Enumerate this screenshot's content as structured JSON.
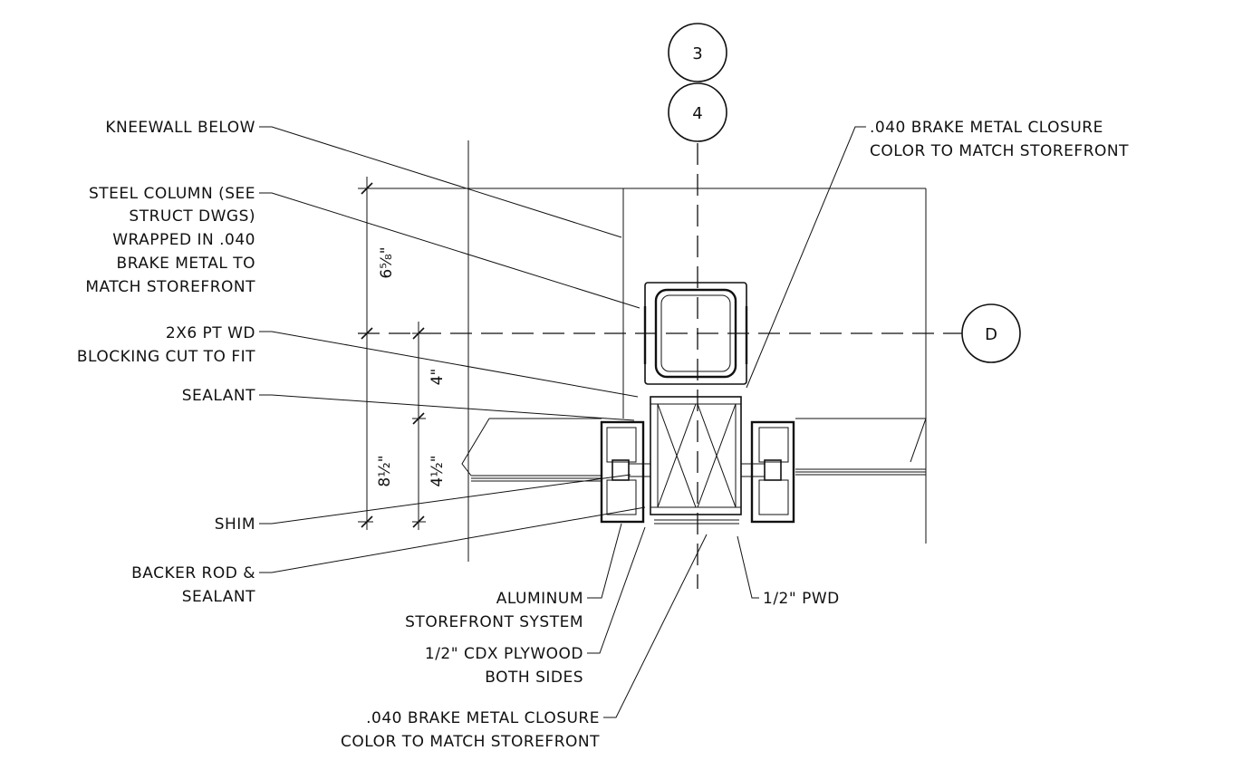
{
  "grid_bubbles": {
    "top_upper": "3",
    "top_lower": "4",
    "right": "D"
  },
  "dimensions": {
    "upper": "6⅝\"",
    "middle": "4\"",
    "lower_overall": "8½\"",
    "lower_inner": "4½\""
  },
  "labels": {
    "kneewall": [
      "KNEEWALL BELOW"
    ],
    "steel_column": [
      "STEEL COLUMN (SEE",
      "STRUCT DWGS)",
      "WRAPPED IN .040",
      "BRAKE METAL TO",
      "MATCH STOREFRONT"
    ],
    "blocking": [
      "2X6 PT WD",
      "BLOCKING CUT TO FIT"
    ],
    "sealant": [
      "SEALANT"
    ],
    "shim": [
      "SHIM"
    ],
    "backer_rod": [
      "BACKER ROD &",
      "SEALANT"
    ],
    "closure_top": [
      ".040 BRAKE METAL CLOSURE",
      "COLOR TO MATCH STOREFRONT"
    ],
    "storefront": [
      "ALUMINUM",
      "STOREFRONT SYSTEM"
    ],
    "plywood": [
      "1/2\" CDX PLYWOOD",
      "BOTH SIDES"
    ],
    "pwd": [
      "1/2\" PWD"
    ],
    "closure_bottom": [
      ".040 BRAKE METAL CLOSURE",
      "COLOR TO MATCH STOREFRONT"
    ]
  }
}
